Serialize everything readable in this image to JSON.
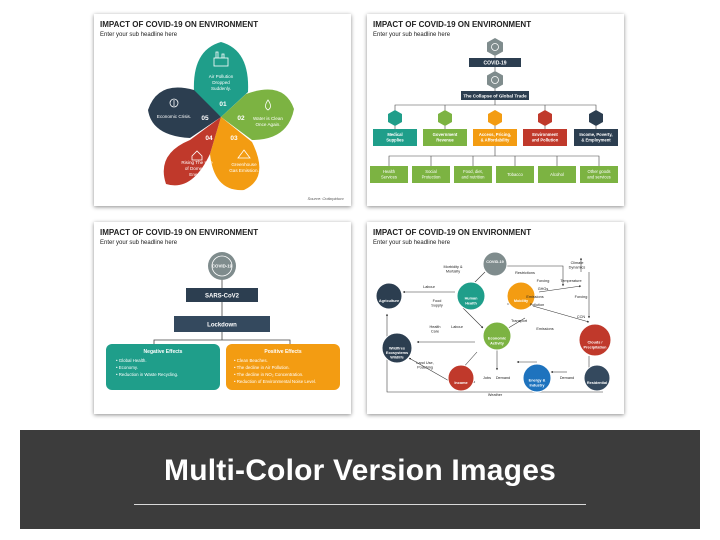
{
  "slides": [
    {
      "title": "IMPACT OF COVID-19 ON ENVIRONMENT",
      "subtitle": "Enter your sub headline here",
      "petals": [
        {
          "num": "01",
          "text": [
            "Air Pollution",
            "Dropped",
            "Suddenly."
          ],
          "color": "#1f9e8a",
          "icon": "factory-icon"
        },
        {
          "num": "02",
          "text": [
            "Water is Clean",
            "Once Again."
          ],
          "color": "#7cb342",
          "icon": "water-drop-icon"
        },
        {
          "num": "03",
          "text": [
            "Greenhouse",
            "Gas Emission."
          ],
          "color": "#f39c12",
          "icon": "greenhouse-icon"
        },
        {
          "num": "04",
          "text": [
            "Rising The Use",
            "of Domestic",
            "Energy."
          ],
          "color": "#c0392b",
          "icon": "home-energy-icon"
        },
        {
          "num": "05",
          "text": [
            "Economic Crisis."
          ],
          "color": "#2c3e50",
          "icon": "economy-icon"
        }
      ],
      "source": "Source: Outbrpiducc"
    },
    {
      "title": "IMPACT OF COVID-19 ON ENVIRONMENT",
      "subtitle": "Enter your sub headline here",
      "top": "COVID-19",
      "middle": "The Collapse of Global Trade",
      "categories": [
        {
          "label": [
            "Medical",
            "Supplies"
          ],
          "color": "#1f9e8a"
        },
        {
          "label": [
            "Government",
            "Revenue"
          ],
          "color": "#7cb342"
        },
        {
          "label": [
            "Access, Pricing,",
            "& Affordability"
          ],
          "color": "#f39c12"
        },
        {
          "label": [
            "Environment",
            "and Pollution"
          ],
          "color": "#c0392b"
        },
        {
          "label": [
            "Income, Poverty,",
            "& Employment"
          ],
          "color": "#2c3e50"
        }
      ],
      "leaves": [
        {
          "label": [
            "Health",
            "Services"
          ]
        },
        {
          "label": [
            "Social",
            "Protection"
          ]
        },
        {
          "label": [
            "Food, diet,",
            "and nutrition"
          ]
        },
        {
          "label": [
            "Tobacco"
          ]
        },
        {
          "label": [
            "Alcohol"
          ]
        },
        {
          "label": [
            "Other goods",
            "and services"
          ]
        }
      ]
    },
    {
      "title": "IMPACT OF COVID-19 ON ENVIRONMENT",
      "subtitle": "Enter your sub headline here",
      "badge": "COVID-19",
      "virus": "SARS-CoV2",
      "lockdown": "Lockdown",
      "negative": {
        "heading": "Negative Effects",
        "items": [
          "Global Health.",
          "Economy.",
          "Reduction in Waste Recycling."
        ]
      },
      "positive": {
        "heading": "Positive Effects",
        "items": [
          "Clean Beaches.",
          "The decline in Air Pollution.",
          "The decline in NO₂ Concentration.",
          "Reduction of Environmental Noise Level."
        ]
      }
    },
    {
      "title": "IMPACT OF COVID-19 ON ENVIRONMENT",
      "subtitle": "Enter your sub headline here",
      "nodes": {
        "covid": "COVID-19",
        "health": [
          "Human",
          "Health"
        ],
        "mobility": "Mobility",
        "agriculture": "Agriculture",
        "economic": [
          "Economic",
          "Activity"
        ],
        "clouds": [
          "Clouds /",
          "Precipitation"
        ],
        "wildfires": [
          "Wildfires",
          "Ecosystems",
          "Wildlife"
        ],
        "income": "Income",
        "energy": [
          "Energy &",
          "Industry"
        ],
        "residential": "Residential"
      },
      "labels": {
        "morbidity": [
          "Morbidity &",
          "Mortality"
        ],
        "restrictions": "Restrictions",
        "climate": [
          "Climate",
          "Dynamics"
        ],
        "temperature": "Temperature",
        "forcing1": "Forcing",
        "ghgs": "GHGs",
        "emissions1": "Emissions",
        "labour1": "Labour",
        "food": [
          "Food",
          "Supply"
        ],
        "forcing2": "Forcing",
        "pollution": "Pollution",
        "ccn": "CCN",
        "transport": "Transport",
        "healthcare": [
          "Health",
          "Care"
        ],
        "labour2": "Labour",
        "emissions2": "Emissions",
        "landuse": [
          "Land Use,",
          "Poaching"
        ],
        "jobs": "Jobs",
        "demand1": "Demand",
        "demand2": "Demand",
        "weather": "Weather"
      }
    }
  ],
  "banner": {
    "title": "Multi-Color Version Images"
  }
}
